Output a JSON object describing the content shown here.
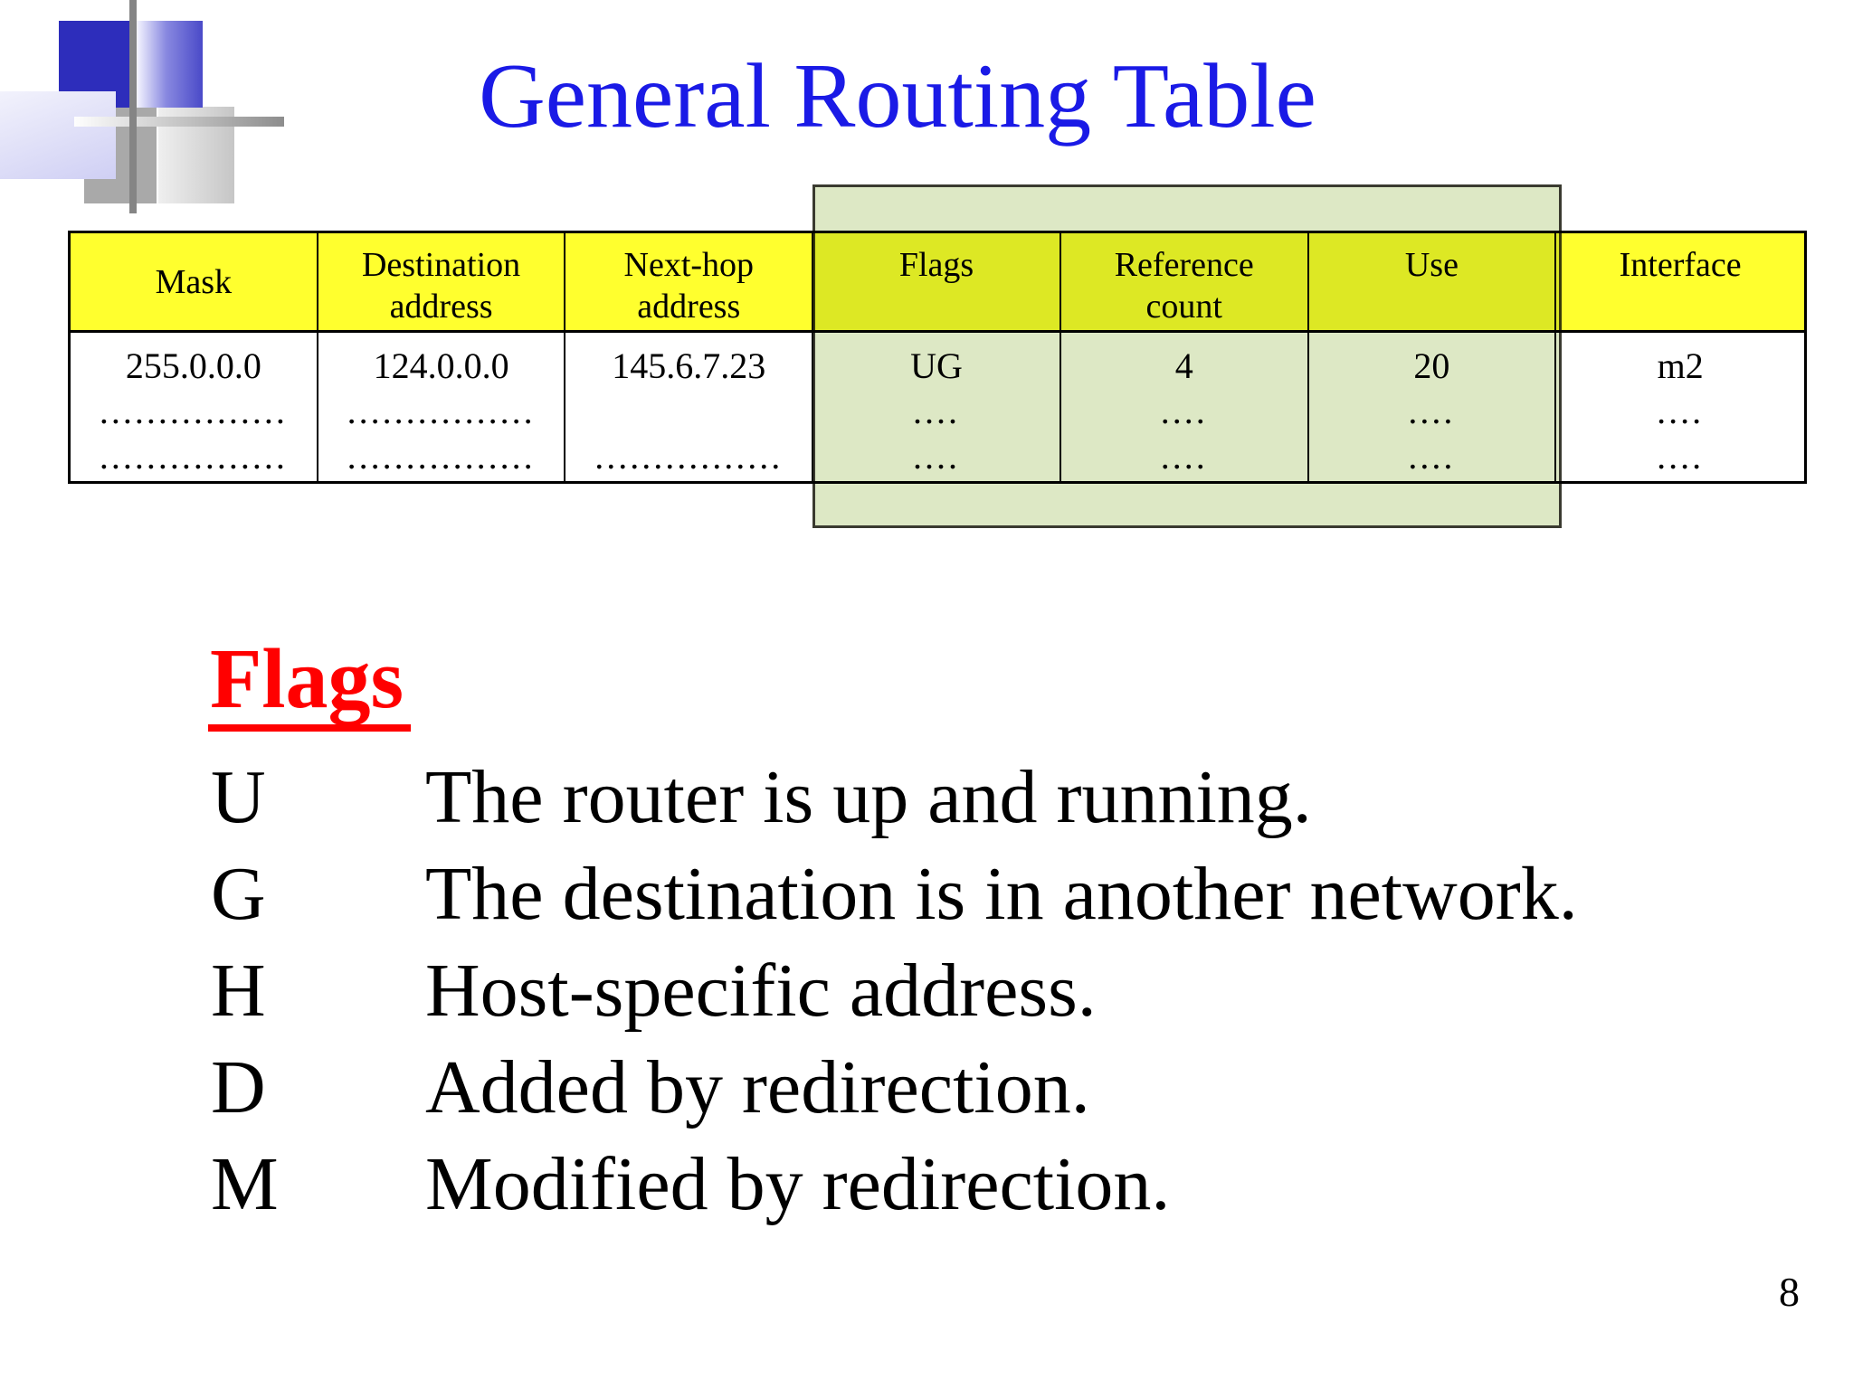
{
  "slide": {
    "title": "General Routing Table",
    "page_number": "8"
  },
  "colors": {
    "title_blue": "#1a1ae6",
    "header_yellow": "#ffff2e",
    "highlight_green": "#dde8c5",
    "flags_red": "#ff0000"
  },
  "table": {
    "columns": [
      {
        "header": "Mask",
        "lines": [
          "255.0.0.0",
          "................",
          "................"
        ]
      },
      {
        "header": "Destination\naddress",
        "lines": [
          "124.0.0.0",
          "................",
          "................"
        ]
      },
      {
        "header": "Next-hop\naddress",
        "lines": [
          "145.6.7.23",
          "",
          "................"
        ]
      },
      {
        "header": "Flags",
        "lines": [
          "UG",
          "....",
          "...."
        ]
      },
      {
        "header": "Reference\ncount",
        "lines": [
          "4",
          "....",
          "...."
        ]
      },
      {
        "header": "Use",
        "lines": [
          "20",
          "....",
          "...."
        ]
      },
      {
        "header": "Interface",
        "lines": [
          "m2",
          "....",
          "...."
        ]
      }
    ]
  },
  "flags_legend": {
    "heading": "Flags",
    "items": [
      {
        "letter": "U",
        "description": "The router is up and running."
      },
      {
        "letter": "G",
        "description": "The destination is in another network."
      },
      {
        "letter": "H",
        "description": "Host-specific address."
      },
      {
        "letter": "D",
        "description": "Added by redirection."
      },
      {
        "letter": "M",
        "description": "Modified by redirection."
      }
    ]
  }
}
